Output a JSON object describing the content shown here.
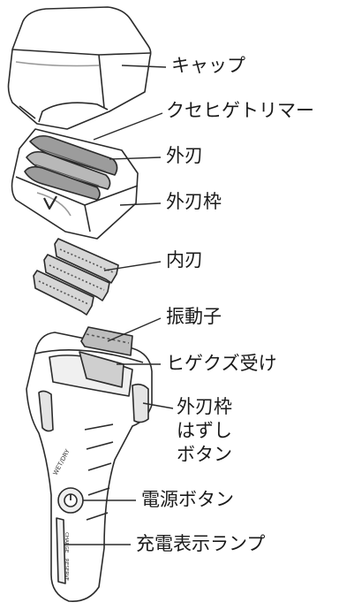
{
  "labels": {
    "cap": "キャップ",
    "trimmer": "クセヒゲトリマー",
    "outer_blade": "外刃",
    "outer_frame": "外刃枠",
    "inner_blade": "内刃",
    "oscillator": "振動子",
    "whisker_bin": "ヒゲクズ受け",
    "release_line1": "外刃枠",
    "release_line2": "はずし",
    "release_line3": "ボタン",
    "power_button": "電源ボタン",
    "charge_lamp": "充電表示ランプ"
  },
  "body_print": {
    "wet_dry": "WET/DRY",
    "charge": "CHARGE",
    "reserve": "RESERVE"
  }
}
